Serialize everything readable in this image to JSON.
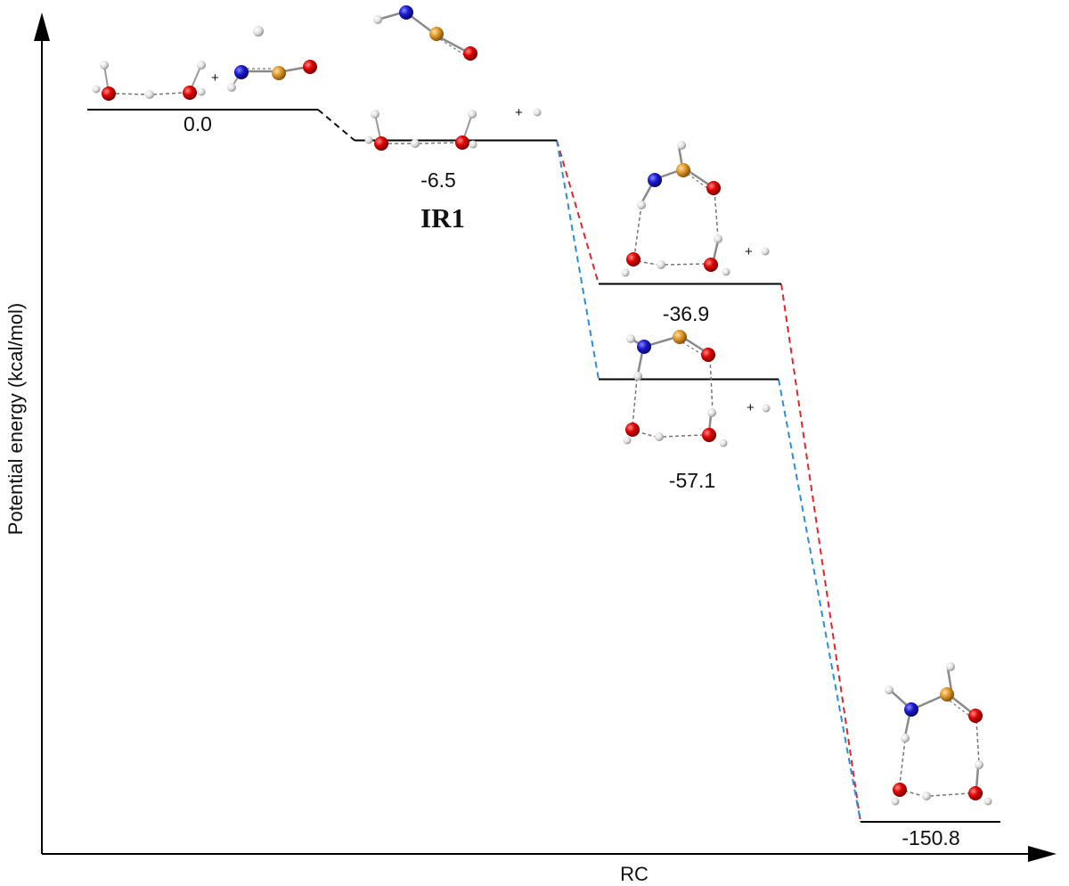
{
  "chart_data": {
    "type": "line",
    "xlabel": "RC",
    "ylabel": "Potential energy (kcal/mol)",
    "ylim": [
      -150.8,
      0.0
    ],
    "levels": [
      {
        "id": "reactants",
        "energy": 0.0,
        "label": "0.0",
        "name": ""
      },
      {
        "id": "IR1",
        "energy": -6.5,
        "label": "-6.5",
        "name": "IR1"
      },
      {
        "id": "p1",
        "energy": -36.9,
        "label": "-36.9",
        "name": ""
      },
      {
        "id": "p2",
        "energy": -57.1,
        "label": "-57.1",
        "name": ""
      },
      {
        "id": "final",
        "energy": -150.8,
        "label": "-150.8",
        "name": ""
      }
    ],
    "paths": [
      {
        "from": "reactants",
        "to": "IR1",
        "color": "#111111"
      },
      {
        "from": "IR1",
        "to": "p1",
        "color": "#e3262b"
      },
      {
        "from": "p1",
        "to": "final",
        "color": "#e3262b"
      },
      {
        "from": "IR1",
        "to": "p2",
        "color": "#2a8fd8"
      },
      {
        "from": "p2",
        "to": "final",
        "color": "#2a8fd8"
      }
    ]
  },
  "plus_sign": "+",
  "colors": {
    "oxygen": "#e00000",
    "nitrogen": "#1a1ad0",
    "phosphorus": "#e0992a",
    "hydrogen": "#e8e8e8",
    "red_path": "#e3262b",
    "blue_path": "#2a8fd8"
  }
}
